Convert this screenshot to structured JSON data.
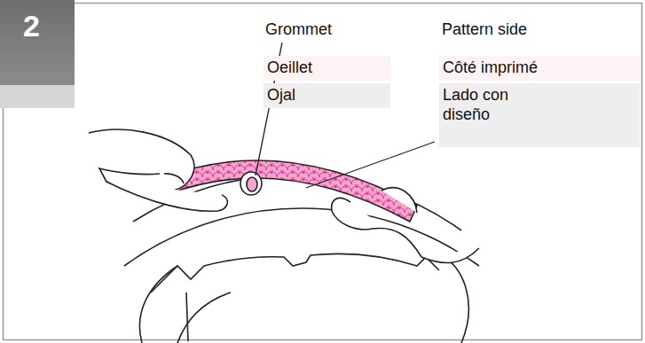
{
  "diagram": {
    "nodes": [
      {
        "text": [
          "2"
        ]
      },
      {
        "text": [
          "Oeillet"
        ]
      },
      {
        "text": [
          "Côté imprimé"
        ]
      },
      {
        "text": [
          "Ojal"
        ]
      },
      {
        "text": [
          "Lado con diseño"
        ]
      }
    ],
    "labels": [
      "Grommet",
      "Pattern side"
    ]
  }
}
